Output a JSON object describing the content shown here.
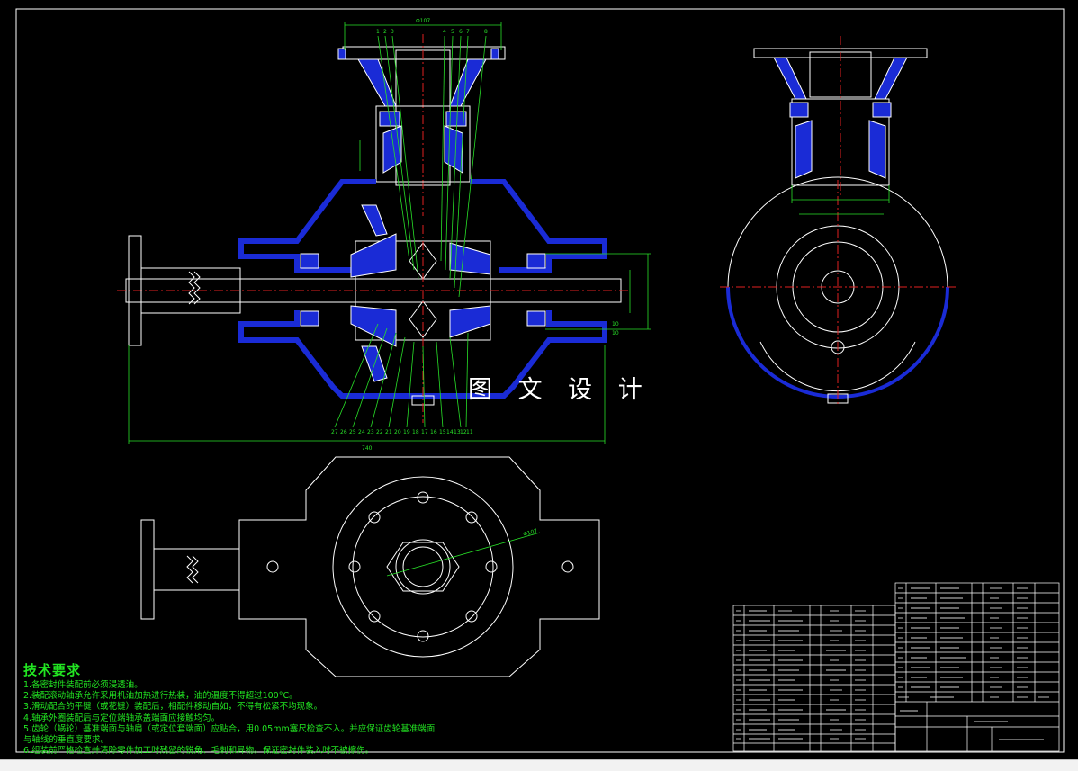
{
  "drawing": {
    "background": "#000000",
    "line_color": "#ffffff",
    "fill_color": "#1a2bd6",
    "dim_color": "#28e028",
    "center_color": "#e02020",
    "dims": {
      "top_width": "Φ107",
      "total_length": "740",
      "right_1": "10",
      "right_2": "10",
      "bolt_circle": "Φ107"
    },
    "balloons_top": [
      "1",
      "2",
      "3",
      "4",
      "5",
      "6",
      "7",
      "8"
    ],
    "balloons_bottom": [
      "27",
      "26",
      "25",
      "24",
      "23",
      "22",
      "21",
      "20",
      "19",
      "18",
      "17",
      "16",
      "15",
      "14",
      "13",
      "12",
      "11"
    ]
  },
  "watermark": "图 文 设 计",
  "tech_requirements": {
    "title": "技术要求",
    "lines": [
      "1.各密封件装配前必须浸透油。",
      "2.装配滚动轴承允许采用机油加热进行热装，油的温度不得超过100°C。",
      "3.滑动配合的平键（或花键）装配后，相配件移动自如，不得有松紧不均现象。",
      "4.轴承外圈装配后与定位端轴承盖端面应接触均匀。",
      "5.齿轮（蜗轮）基准端面与轴肩（或定位套端面）应贴合，用0.05mm塞尺检查不入。并应保证齿轮基准端面",
      "与轴线的垂直度要求。",
      "6.组装前严格检查并清除零件加工时残留的锐角、毛刺和异物。保证密封件装入时不被擦伤。"
    ]
  }
}
